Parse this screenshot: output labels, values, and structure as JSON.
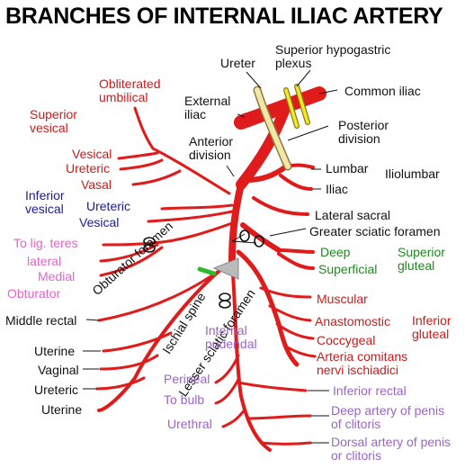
{
  "title": "BRANCHES OF INTERNAL ILIAC ARTERY",
  "colors": {
    "artery": "#e01b1b",
    "vein_label_red": "#cc1a1a",
    "blue": "#1a1aa0",
    "pink": "#e066c8",
    "green": "#1a8c1a",
    "purple": "#9a64c8",
    "ureter_fill": "#f3e6a6",
    "nerve_fill": "#f0e830"
  },
  "labels": {
    "obliterated_umbilical": "Obliterated\numbilical",
    "superior_vesical": "Superior\nvesical",
    "ureter_top": "Ureter",
    "superior_hypogastric": "Superior hypogastric\nplexus",
    "common_iliac": "Common iliac",
    "external_iliac": "External\niliac",
    "posterior_division": "Posterior\ndivision",
    "anterior_division": "Anterior\ndivision",
    "vesical_1": "Vesical",
    "ureteric_1": "Ureteric",
    "vasal": "Vasal",
    "inferior_vesical": "Inferior\nvesical",
    "ureteric_2": "Ureteric",
    "vesical_2": "Vesical",
    "lumbar": "Lumbar",
    "iliolumbar": "Iliolumbar",
    "iliac": "Iliac",
    "lateral_sacral": "Lateral sacral",
    "greater_sciatic_foramen": "Greater sciatic foramen",
    "deep": "Deep",
    "superior_gluteal": "Superior\ngluteal",
    "superficial": "Superficial",
    "to_lig_teres": "To lig. teres",
    "lateral": "lateral",
    "medial": "Medial",
    "obturator": "Obturator",
    "obturator_foramen": "Obturator foramen",
    "ischial_spine": "Ischial spine",
    "lesser_sciatic_foramen": "Lesser sciatic foramen",
    "middle_rectal": "Middle rectal",
    "muscular": "Muscular",
    "anastomostic": "Anastomostic",
    "inferior_gluteal": "Inferior\ngluteal",
    "coccygeal": "Coccygeal",
    "arteria_comitans": "Arteria comitans\nnervi ischiadici",
    "internal_pudendal": "Internal\npudendal",
    "uterine_1": "Uterine",
    "vaginal": "Vaginal",
    "ureteric_3": "Ureteric",
    "uterine_2": "Uterine",
    "perineal": "Perineal",
    "to_bulb": "To bulb",
    "urethral": "Urethral",
    "inferior_rectal": "Inferior rectal",
    "deep_artery_penis": "Deep artery of penis\nof clitoris",
    "dorsal_artery_penis": "Dorsal artery of penis\nor clitoris"
  }
}
